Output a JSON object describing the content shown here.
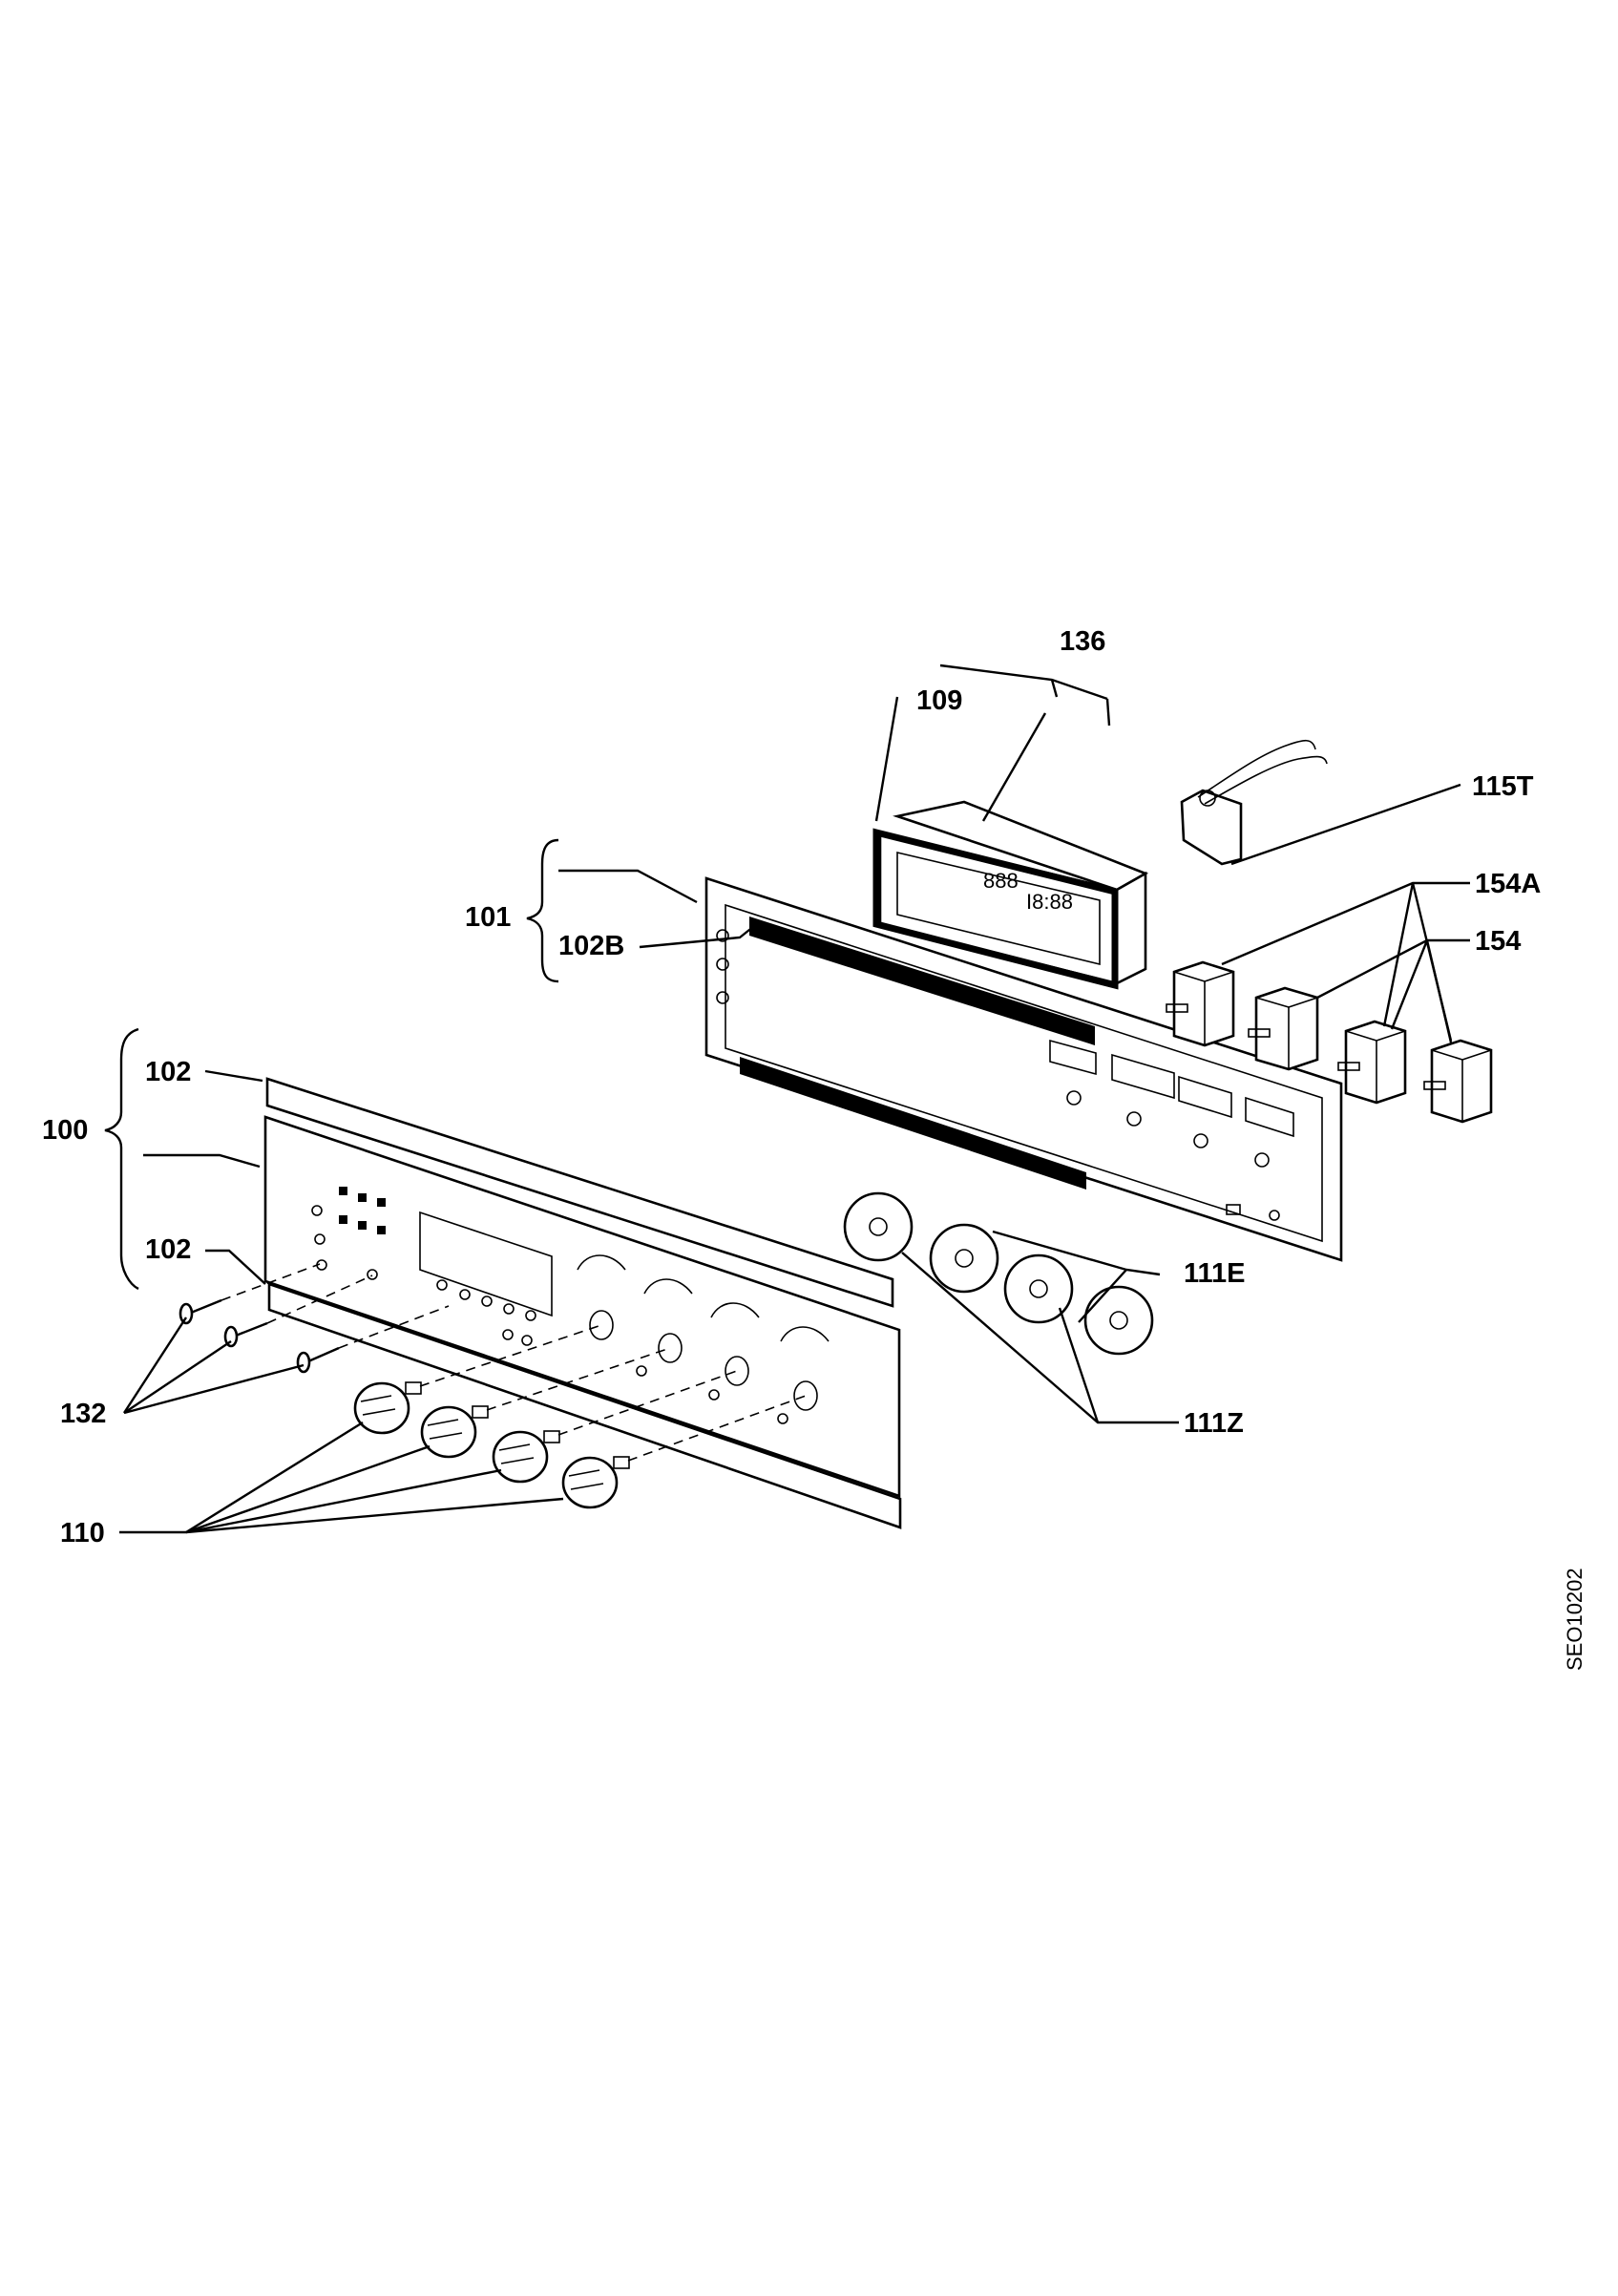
{
  "diagram": {
    "labels": {
      "l100": "100",
      "l101": "101",
      "l102_top": "102",
      "l102_bottom": "102",
      "l102B": "102B",
      "l109": "109",
      "l110": "110",
      "l111E": "111E",
      "l111Z": "111Z",
      "l115T": "115T",
      "l132": "132",
      "l136": "136",
      "l154": "154",
      "l154A": "154A"
    },
    "drawing_code": "SEO10202"
  }
}
